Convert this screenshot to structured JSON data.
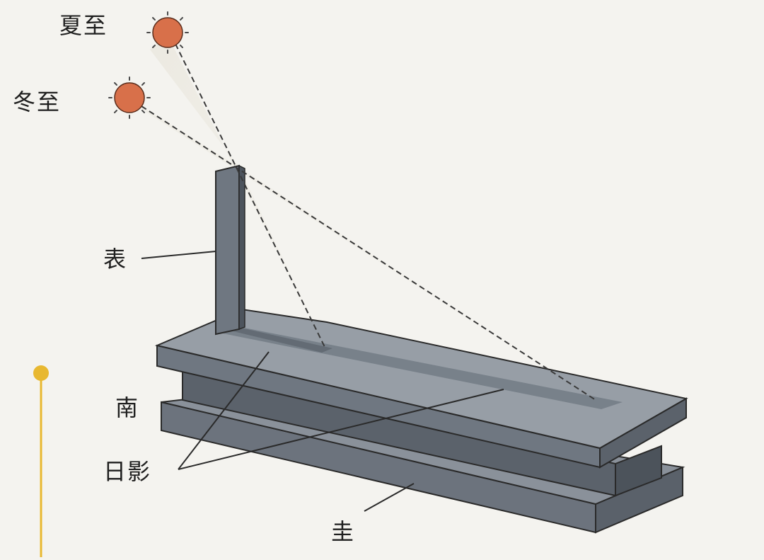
{
  "labels": {
    "summer_solstice": "夏至",
    "winter_solstice": "冬至",
    "gnomon": "表",
    "south": "南",
    "shadow": "日影",
    "scale": "圭"
  },
  "colors": {
    "sun": "#d8704a",
    "stone": "#6f7781",
    "stone_dark": "#4d545d",
    "stone_light": "#8d949c",
    "ink": "#2a2a2a",
    "accent": "#e8b830"
  }
}
